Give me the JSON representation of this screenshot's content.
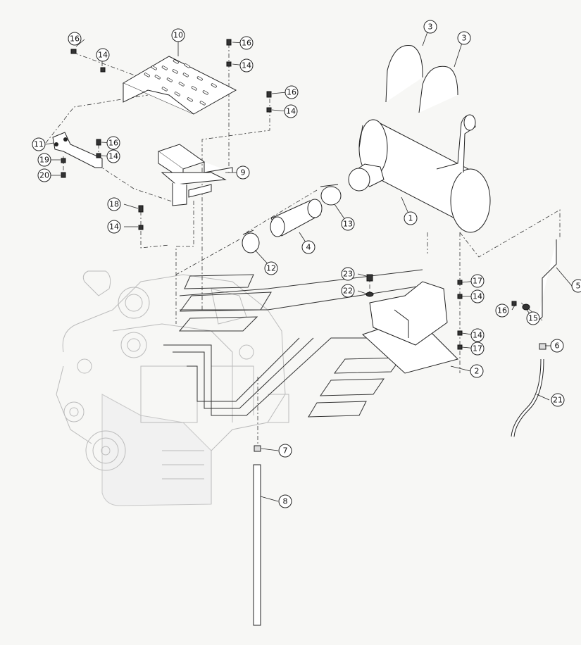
{
  "callouts": [
    {
      "id": "c1",
      "label": "1"
    },
    {
      "id": "c2",
      "label": "2"
    },
    {
      "id": "c3a",
      "label": "3"
    },
    {
      "id": "c3b",
      "label": "3"
    },
    {
      "id": "c4",
      "label": "4"
    },
    {
      "id": "c5",
      "label": "5"
    },
    {
      "id": "c6",
      "label": "6"
    },
    {
      "id": "c7",
      "label": "7"
    },
    {
      "id": "c8",
      "label": "8"
    },
    {
      "id": "c9",
      "label": "9"
    },
    {
      "id": "c10",
      "label": "10"
    },
    {
      "id": "c11",
      "label": "11"
    },
    {
      "id": "c12",
      "label": "12"
    },
    {
      "id": "c13",
      "label": "13"
    },
    {
      "id": "c14a",
      "label": "14"
    },
    {
      "id": "c14b",
      "label": "14"
    },
    {
      "id": "c14c",
      "label": "14"
    },
    {
      "id": "c14d",
      "label": "14"
    },
    {
      "id": "c14e",
      "label": "14"
    },
    {
      "id": "c14f",
      "label": "14"
    },
    {
      "id": "c14g",
      "label": "14"
    },
    {
      "id": "c15",
      "label": "15"
    },
    {
      "id": "c16a",
      "label": "16"
    },
    {
      "id": "c16b",
      "label": "16"
    },
    {
      "id": "c16c",
      "label": "16"
    },
    {
      "id": "c16d",
      "label": "16"
    },
    {
      "id": "c16e",
      "label": "16"
    },
    {
      "id": "c17a",
      "label": "17"
    },
    {
      "id": "c17b",
      "label": "17"
    },
    {
      "id": "c18",
      "label": "18"
    },
    {
      "id": "c19",
      "label": "19"
    },
    {
      "id": "c20",
      "label": "20"
    },
    {
      "id": "c21",
      "label": "21"
    },
    {
      "id": "c22",
      "label": "22"
    },
    {
      "id": "c23",
      "label": "23"
    }
  ]
}
